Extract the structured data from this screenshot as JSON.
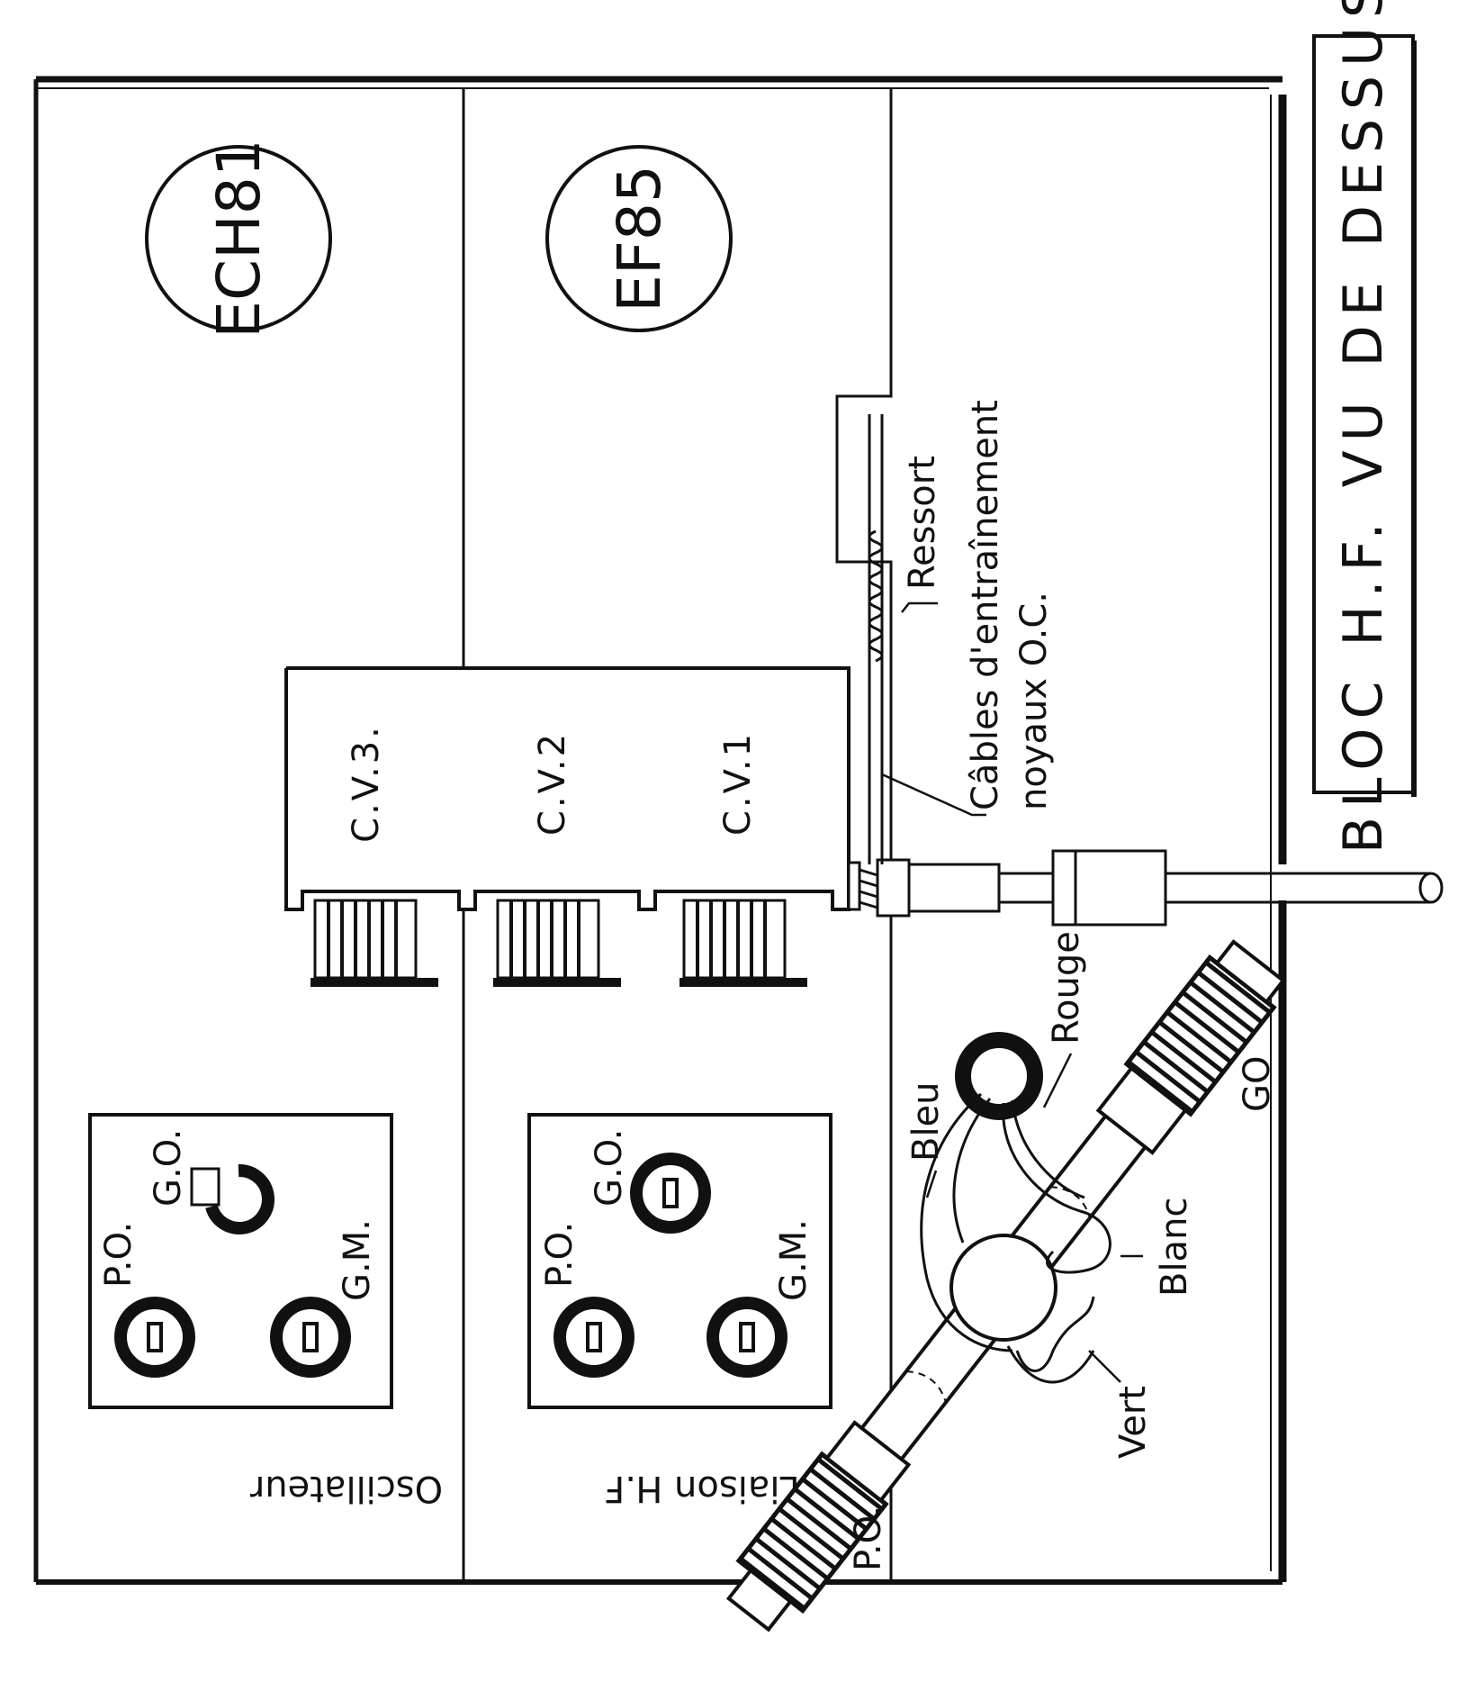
{
  "title": "BLOC H.F. VU DE DESSUS",
  "tubes": {
    "ech81": "ECH81",
    "ef85": "EF85"
  },
  "capacitors": {
    "cv3": "C.V.3.",
    "cv2": "C.V.2",
    "cv1": "C.V.1"
  },
  "sections": {
    "oscillateur": "Oscillateur",
    "liaison": "Liaison H.F"
  },
  "trimmers": {
    "po": "P.O.",
    "go": "G.O.",
    "gm": "G.M."
  },
  "labels": {
    "ressort": "Ressort",
    "cables_line1": "Câbles d'entraînement",
    "cables_line2": "noyaux O.C.",
    "po_antenna": "P.O.",
    "go_antenna": "GO"
  },
  "wires": {
    "bleu": "Bleu",
    "rouge": "Rouge",
    "blanc": "Blanc",
    "vert": "Vert"
  }
}
